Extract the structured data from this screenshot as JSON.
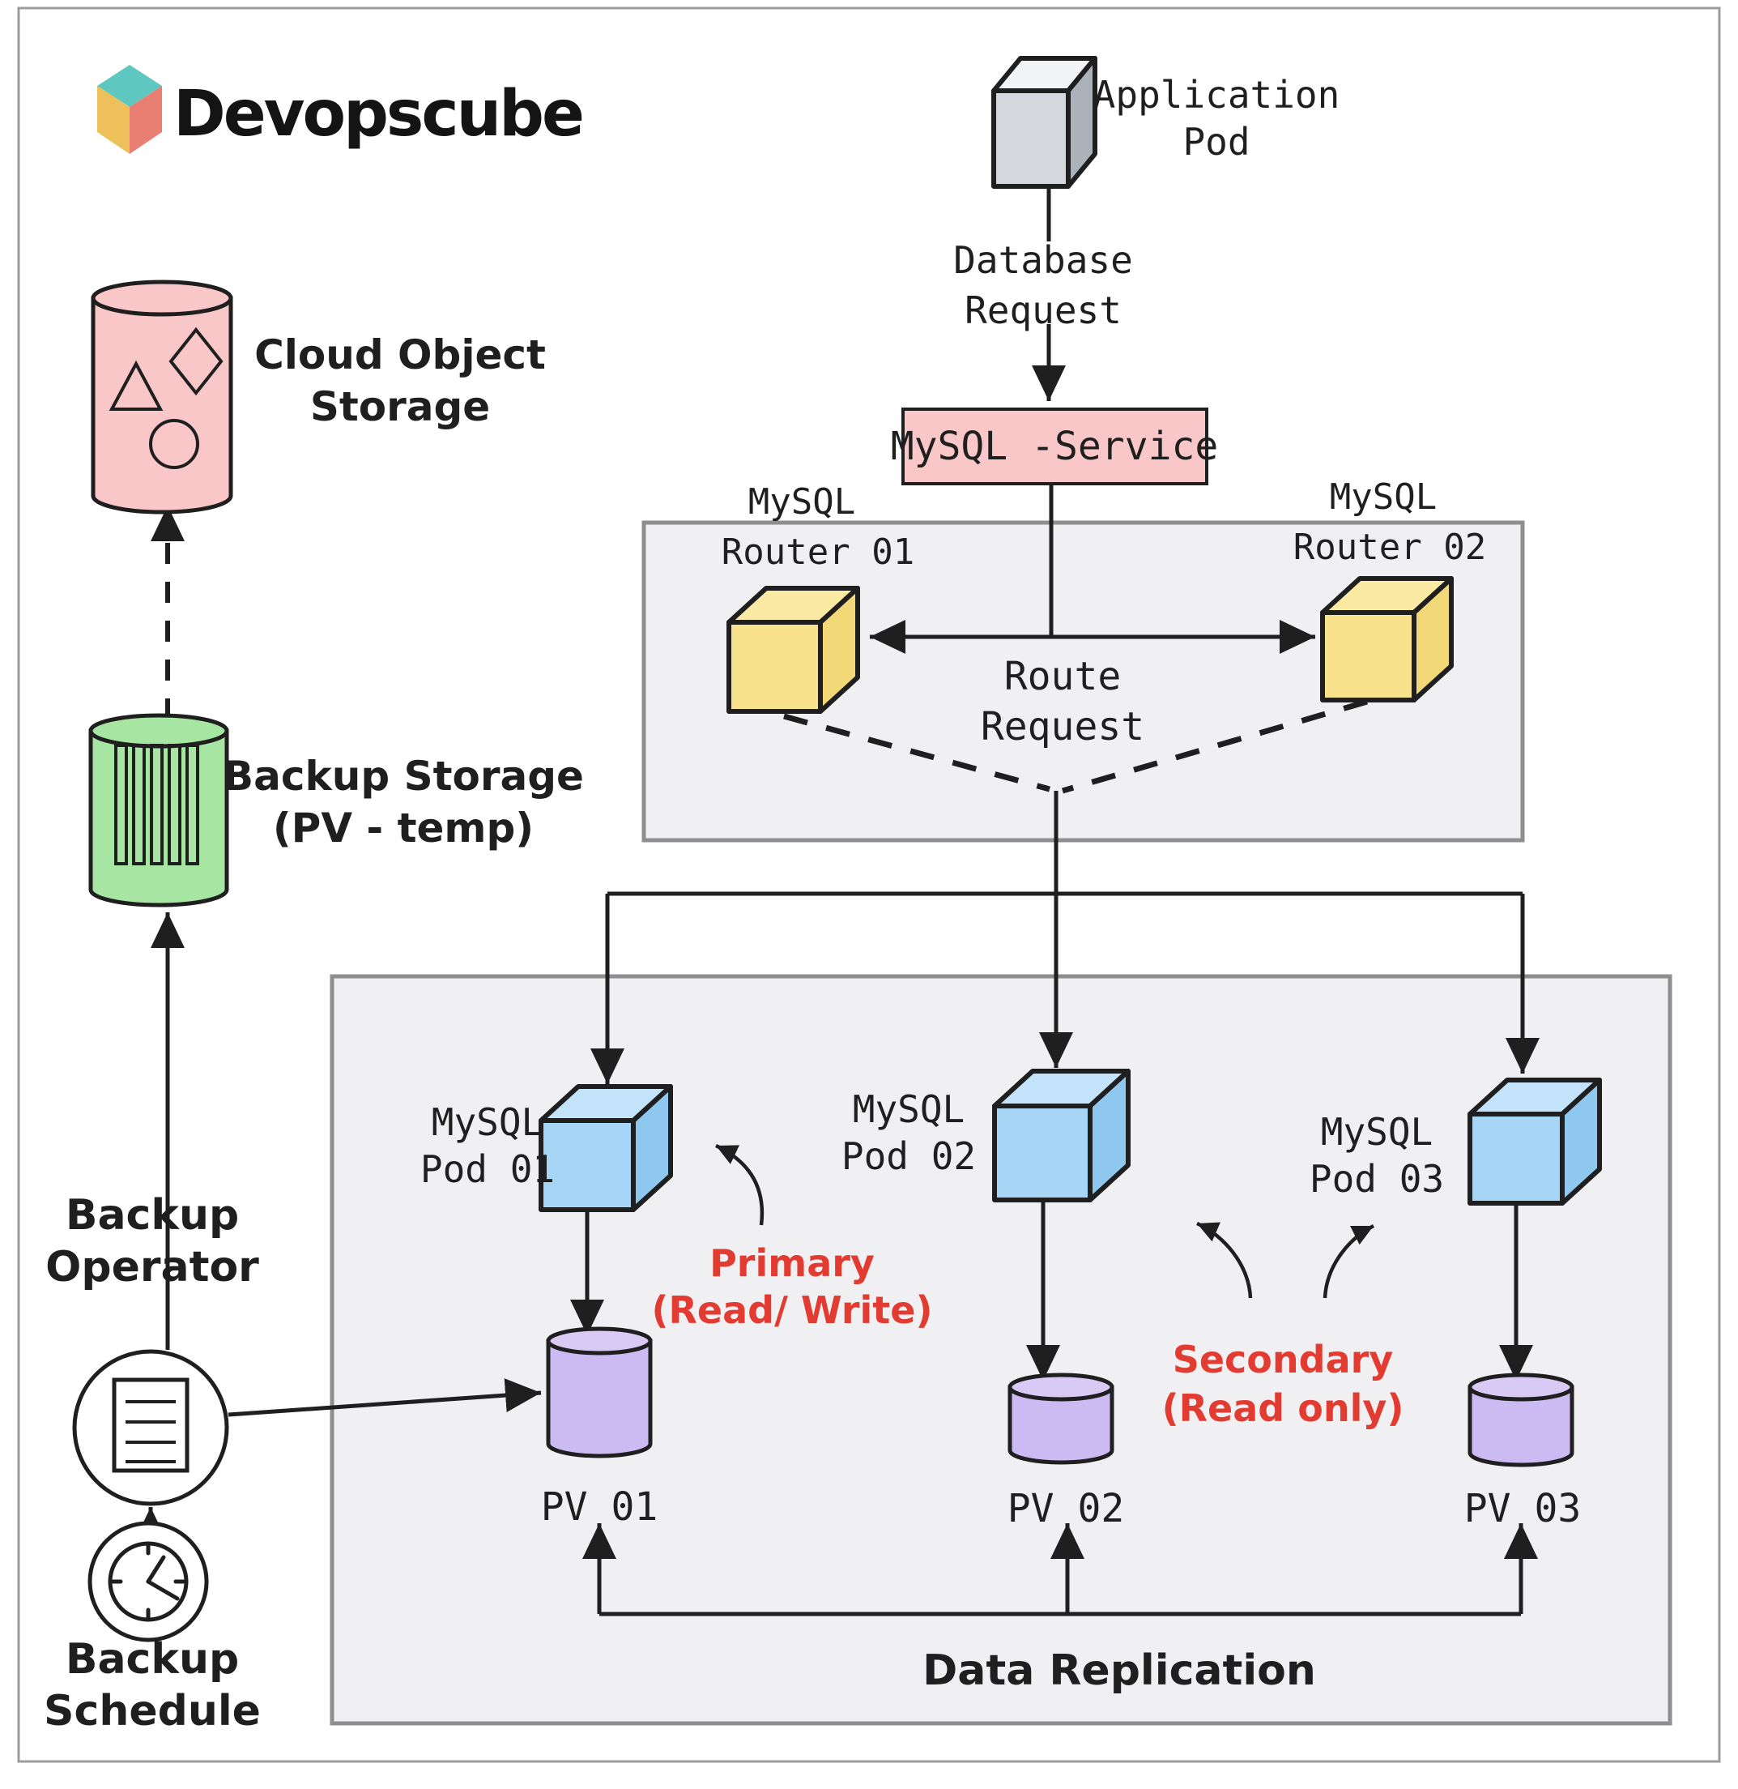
{
  "page": {
    "bg": "#ffffff",
    "border_color": "#9c9c9c"
  },
  "logo": {
    "brand": "Devopscube"
  },
  "colors": {
    "ink": "#1f1f1f",
    "zone_fill": "#f0f0f2",
    "zone_border": "#8e8e8e",
    "pink": "#f9c7c7",
    "green": "#a7e6a2",
    "yellow": "#f8e28c",
    "yellow_top": "#faeaa4",
    "yellow_side": "#f3d878",
    "blue": "#a6d5f5",
    "blue_top": "#c3e3fa",
    "blue_side": "#8fc8ef",
    "purple": "#ccbaf2",
    "purple_top": "#d8caf5",
    "gray_front": "#d4d8dd",
    "gray_top": "#f3f4f5",
    "gray_side": "#abb2ba",
    "red": "#e23b31",
    "logo_teal": "#5ec8c0",
    "logo_orange": "#eec05c",
    "logo_salmon": "#e87f72"
  },
  "labels": {
    "application_pod": "Application\nPod",
    "database_request": "Database\nRequest",
    "mysql_service": "MySQL -Service",
    "router1_top": "MySQL",
    "router1_bottom": "Router 01",
    "router2_top": "MySQL",
    "router2_bottom": "Router 02",
    "route_request": "Route\nRequest",
    "pod1": "MySQL\nPod 01",
    "pod2": "MySQL\nPod 02",
    "pod3": "MySQL\nPod 03",
    "pv1": "PV 01",
    "pv2": "PV 02",
    "pv3": "PV 03",
    "data_replication": "Data Replication",
    "primary_note": "Primary\n(Read/ Write)",
    "secondary_note": "Secondary\n(Read only)",
    "cloud_object_storage": "Cloud Object\nStorage",
    "backup_storage": "Backup Storage\n(PV - temp)",
    "backup_operator": "Backup\nOperator",
    "backup_schedule": "Backup\nSchedule"
  }
}
